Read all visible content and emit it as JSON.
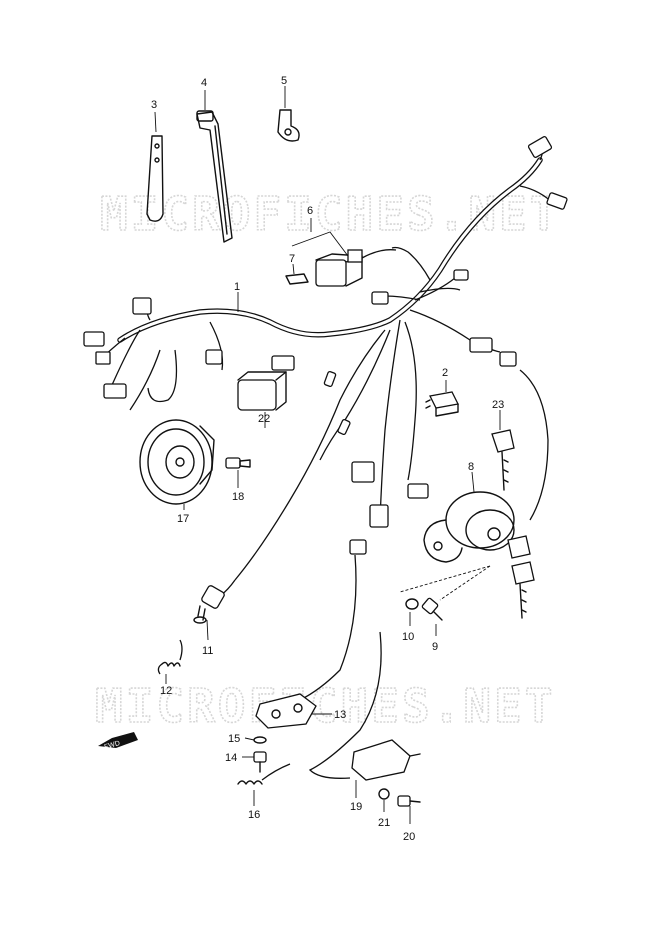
{
  "watermark": {
    "top_text": "MICROFICHES.NET",
    "bottom_text": "MICROFICHES.NET"
  },
  "fwd_label": "FWD",
  "parts": [
    {
      "id": "1",
      "label": "1"
    },
    {
      "id": "2",
      "label": "2"
    },
    {
      "id": "3",
      "label": "3"
    },
    {
      "id": "4",
      "label": "4"
    },
    {
      "id": "5",
      "label": "5"
    },
    {
      "id": "6",
      "label": "6"
    },
    {
      "id": "7",
      "label": "7"
    },
    {
      "id": "8",
      "label": "8"
    },
    {
      "id": "9",
      "label": "9"
    },
    {
      "id": "10",
      "label": "10"
    },
    {
      "id": "11",
      "label": "11"
    },
    {
      "id": "12",
      "label": "12"
    },
    {
      "id": "13",
      "label": "13"
    },
    {
      "id": "14",
      "label": "14"
    },
    {
      "id": "15",
      "label": "15"
    },
    {
      "id": "16",
      "label": "16"
    },
    {
      "id": "17",
      "label": "17"
    },
    {
      "id": "18",
      "label": "18"
    },
    {
      "id": "19",
      "label": "19"
    },
    {
      "id": "20",
      "label": "20"
    },
    {
      "id": "21",
      "label": "21"
    },
    {
      "id": "22",
      "label": "22"
    },
    {
      "id": "23",
      "label": "23"
    }
  ]
}
